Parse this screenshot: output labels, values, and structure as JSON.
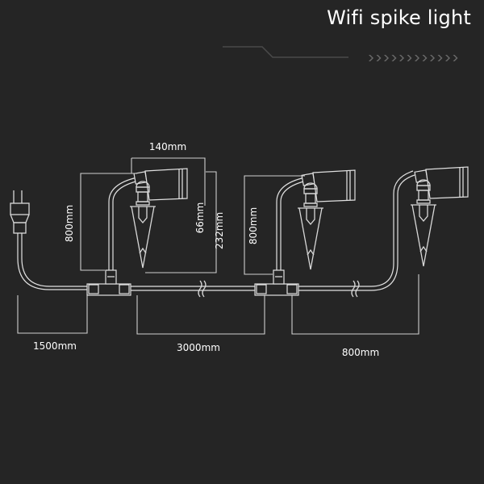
{
  "title": "Wifi spike light",
  "dimensions": {
    "lamp_width": "140mm",
    "lamp_height": "66mm",
    "spike_total_height": "232mm",
    "lead_cable_1": "800mm",
    "lead_cable_2": "800mm",
    "plug_cable": "1500mm",
    "between_connectors": "3000mm",
    "last_segment": "800mm"
  },
  "icons": {
    "plug": "power-plug-icon",
    "connector": "t-connector-icon",
    "lamp": "spike-light-icon",
    "chevrons": "chevron-right-icon"
  },
  "colors": {
    "background": "#252525",
    "line": "#d8d8d8",
    "text": "#ffffff"
  }
}
